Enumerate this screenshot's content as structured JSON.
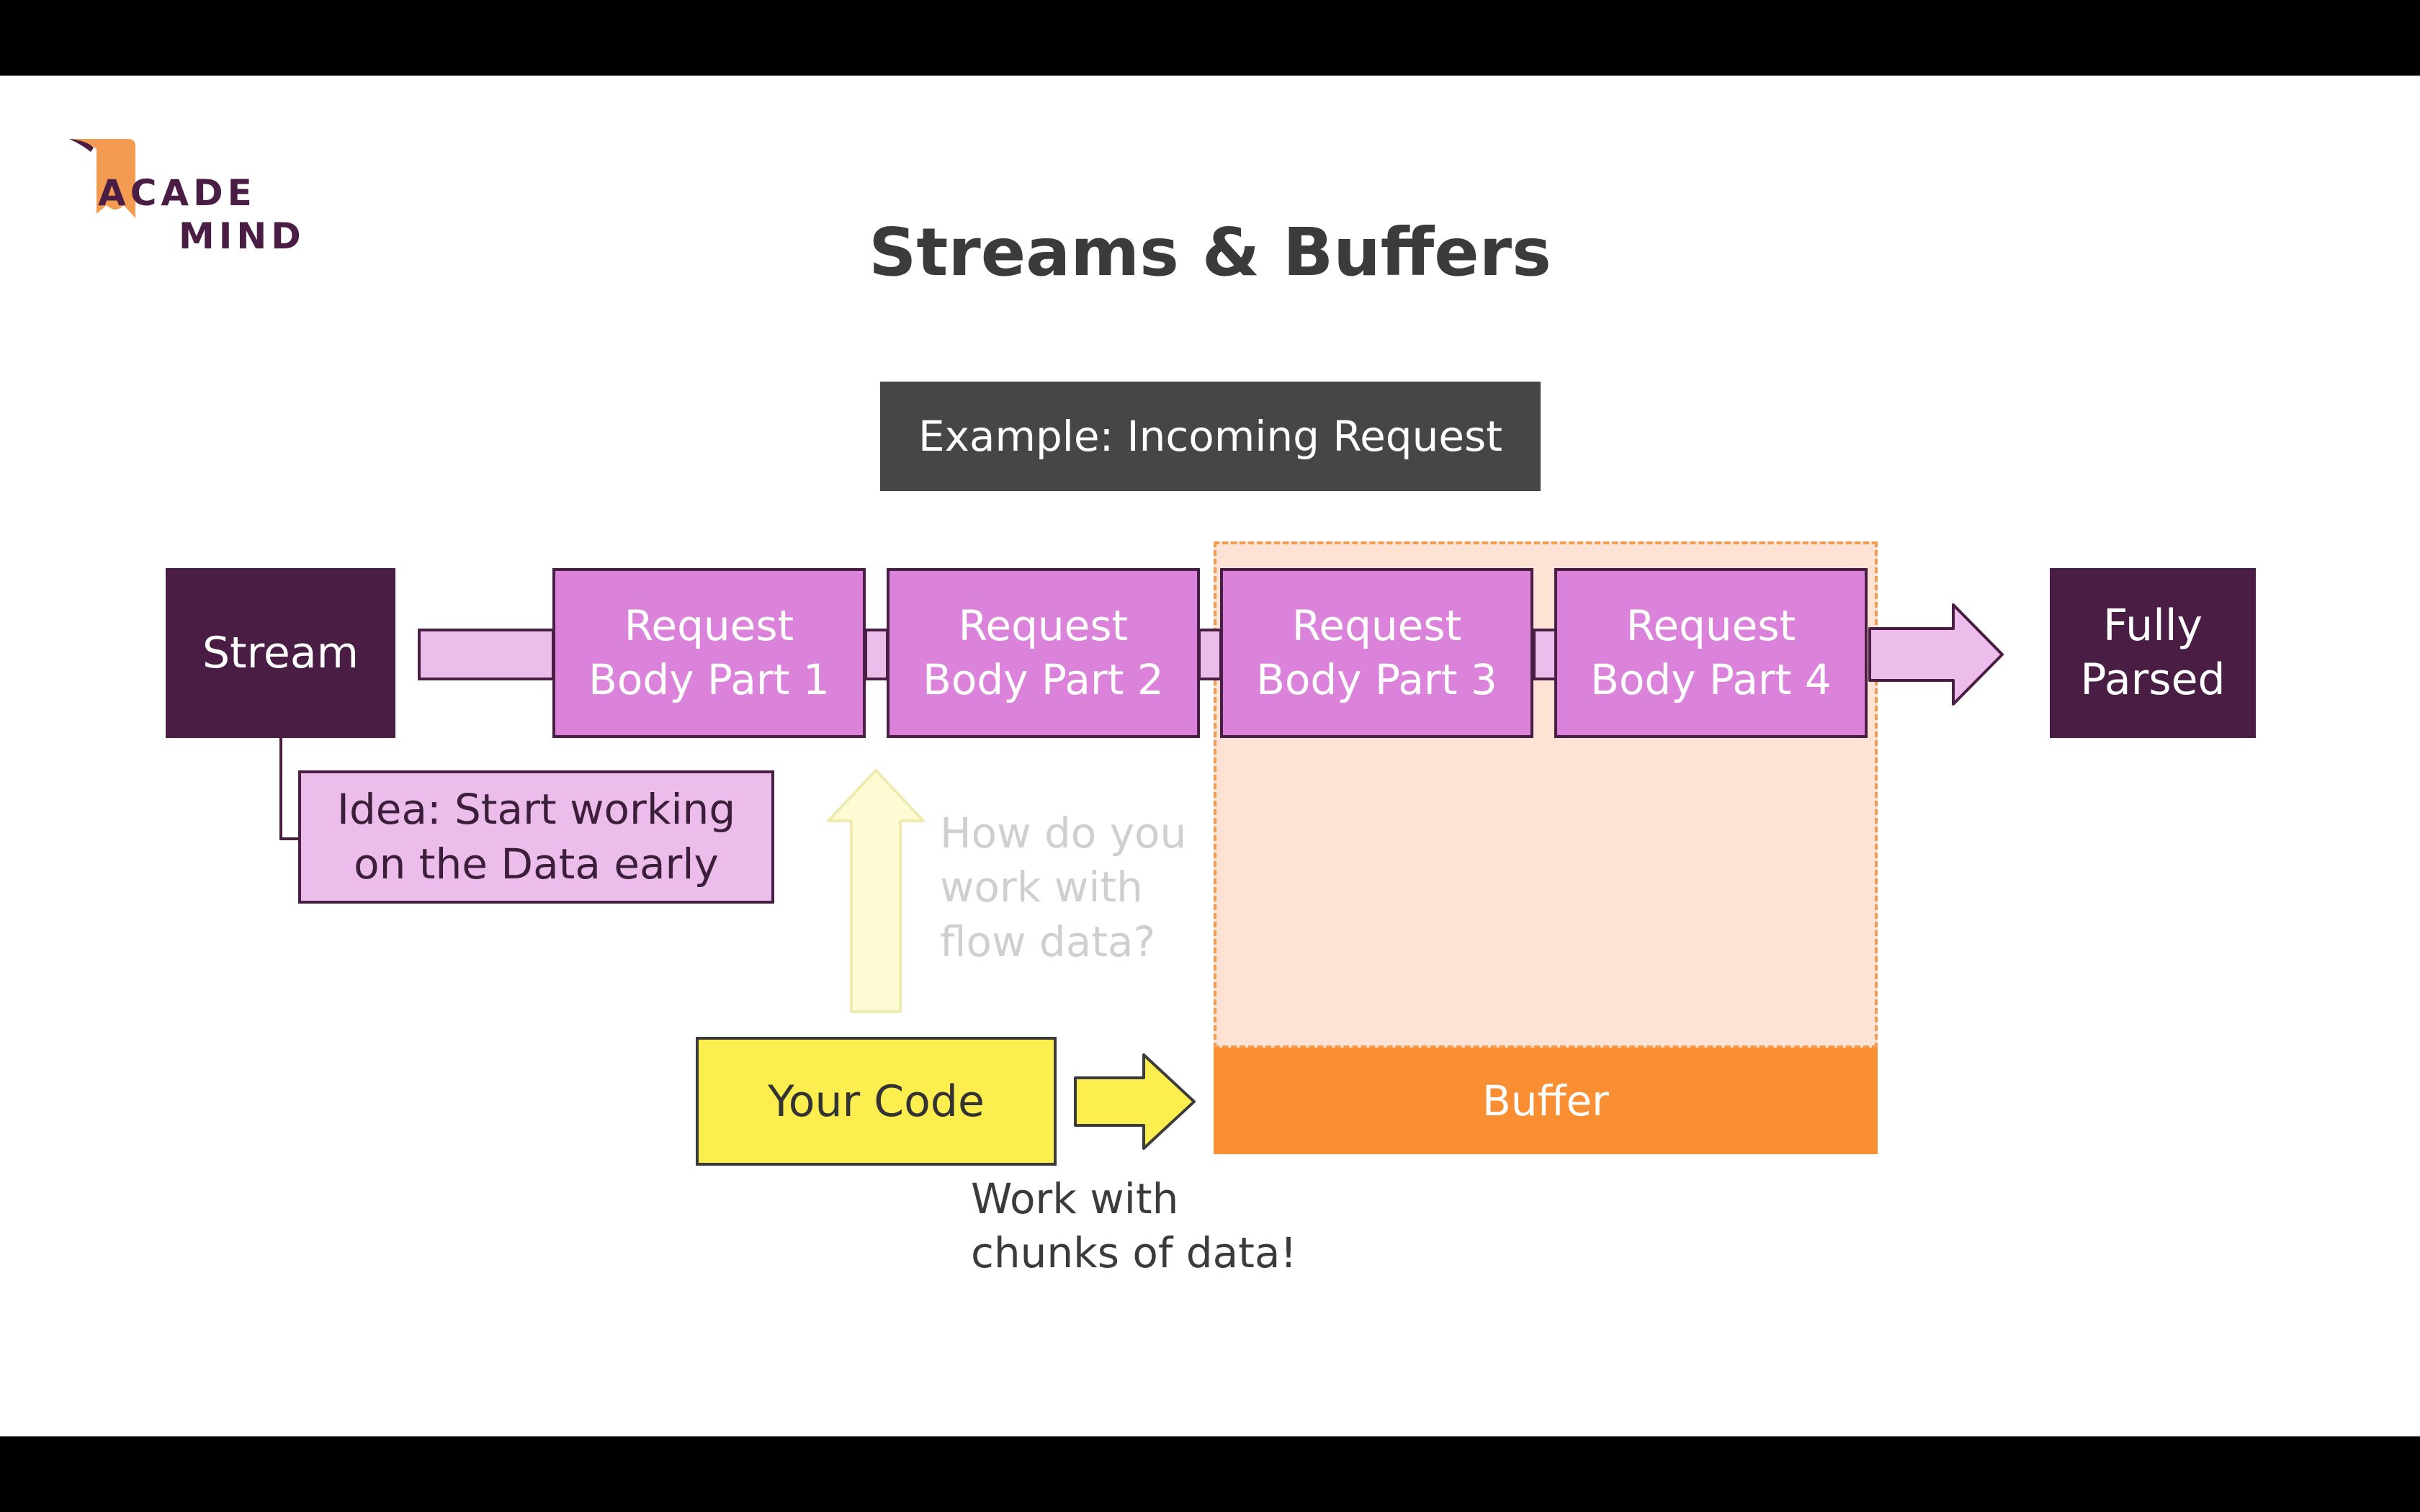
{
  "logo": {
    "line1": "ACADE",
    "line2": "MIND"
  },
  "slide": {
    "title": "Streams & Buffers",
    "example_label": "Example: Incoming Request",
    "stream_label": "Stream",
    "request_parts": [
      {
        "line1": "Request",
        "line2": "Body Part 1"
      },
      {
        "line1": "Request",
        "line2": "Body Part 2"
      },
      {
        "line1": "Request",
        "line2": "Body Part 3"
      },
      {
        "line1": "Request",
        "line2": "Body Part 4"
      }
    ],
    "parsed_label": {
      "line1": "Fully",
      "line2": "Parsed"
    },
    "idea": {
      "line1": "Idea: Start working",
      "line2": "on the Data early"
    },
    "question": {
      "line1": "How do you",
      "line2": "work with",
      "line3": "flow data?"
    },
    "code_label": "Your Code",
    "buffer_label": "Buffer",
    "chunks": {
      "line1": "Work with",
      "line2": "chunks of data!"
    }
  },
  "colors": {
    "dark_purple": "#4a1e44",
    "request_pink": "#db83da",
    "light_pink": "#ecbdeb",
    "buffer_orange": "#fa8e32",
    "buffer_area": "#fee3d4",
    "code_yellow": "#fdee4f",
    "example_gray": "#464646"
  }
}
